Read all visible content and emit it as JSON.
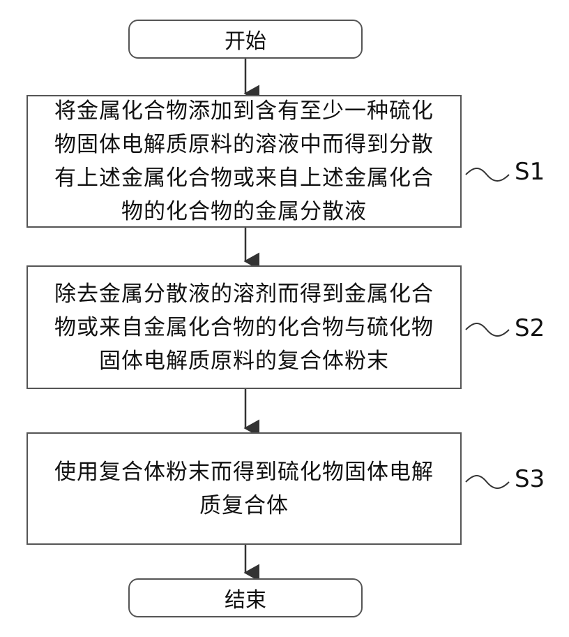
{
  "start": "开始",
  "end": "结束",
  "steps": [
    {
      "label": "S1",
      "lines": [
        "将金属化合物添加到含有至少一种硫化",
        "物固体电解质原料的溶液中而得到分散",
        "有上述金属化合物或来自上述金属化合",
        "物的化合物的金属分散液"
      ]
    },
    {
      "label": "S2",
      "lines": [
        "除去金属分散液的溶剂而得到金属化合",
        "物或来自金属化合物的化合物与硫化物",
        "固体电解质原料的复合体粉末"
      ]
    },
    {
      "label": "S3",
      "lines": [
        "使用复合体粉末而得到硫化物固体电解",
        "质复合体"
      ]
    }
  ]
}
